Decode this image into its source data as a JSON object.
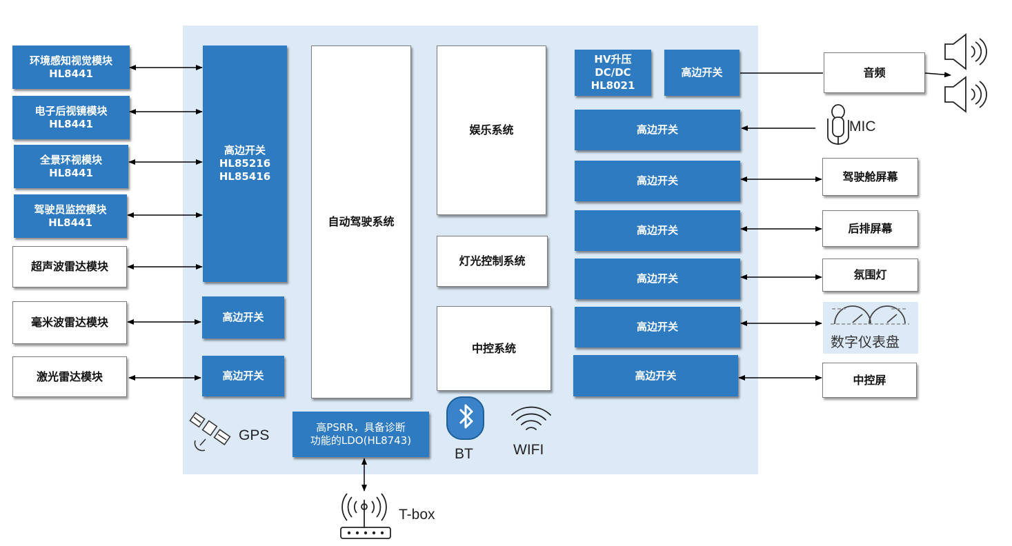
{
  "left_modules": [
    {
      "name": "环境感知视觉模块",
      "part": "HL8441"
    },
    {
      "name": "电子后视镜模块",
      "part": "HL8441"
    },
    {
      "name": "全景环视模块",
      "part": "HL8441"
    },
    {
      "name": "驾驶员监控模块",
      "part": "HL8441"
    },
    {
      "name": "超声波雷达模块"
    },
    {
      "name": "毫米波雷达模块"
    },
    {
      "name": "激光雷达模块"
    }
  ],
  "left_switch": {
    "title": "高边开关",
    "parts": [
      "HL85216",
      "HL85416"
    ]
  },
  "small_switches": [
    "高边开关",
    "高边开关"
  ],
  "systems": {
    "adas": "自动驾驶系统",
    "infotainment": "娱乐系统",
    "lighting": "灯光控制系统",
    "central": "中控系统"
  },
  "hv_box": {
    "line1": "HV升压",
    "line2": "DC/DC",
    "line3": "HL8021"
  },
  "right_switches": [
    "高边开关",
    "高边开关",
    "高边开关",
    "高边开关",
    "高边开关",
    "高边开关",
    "高边开关"
  ],
  "right_outputs": {
    "audio": "音频",
    "mic": "MIC",
    "cockpit_screen": "驾驶舱屏幕",
    "rear_screen": "后排屏幕",
    "ambient_light": "氛围灯",
    "cluster": "数字仪表盘",
    "center_screen": "中控屏"
  },
  "ldo": {
    "line1": "高PSRR，具备诊断",
    "line2": "功能的LDO(HL8743)"
  },
  "labels": {
    "gps": "GPS",
    "bt": "BT",
    "wifi": "WIFI",
    "tbox": "T-box"
  },
  "colors": {
    "panel": "#dce9f6",
    "blue": "#2e7bc1"
  },
  "icons": [
    "satellite-icon",
    "bluetooth-icon",
    "wifi-icon",
    "router-icon",
    "speaker-icon",
    "microphone-icon",
    "gauge-icon"
  ]
}
